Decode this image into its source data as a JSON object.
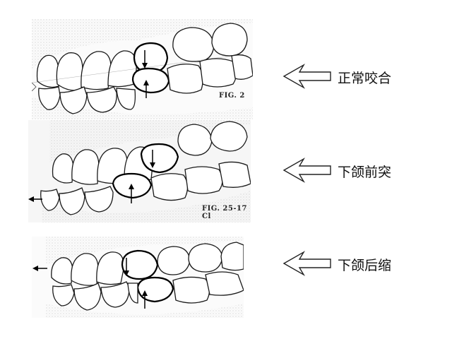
{
  "rows": [
    {
      "label": "正常咬合",
      "fig_label": "FIG. 2"
    },
    {
      "label": "下颌前突",
      "fig_label": "FIG. 25-17  Cl"
    },
    {
      "label": "下颌后缩",
      "fig_label": ""
    }
  ],
  "colors": {
    "outline": "#1a1a1a",
    "tooth_fill": "#ffffff",
    "shading": "#9a9a9a",
    "text": "#111111"
  },
  "icons": [
    "hollow-left-arrow-icon",
    "motion-arrow-icon"
  ]
}
